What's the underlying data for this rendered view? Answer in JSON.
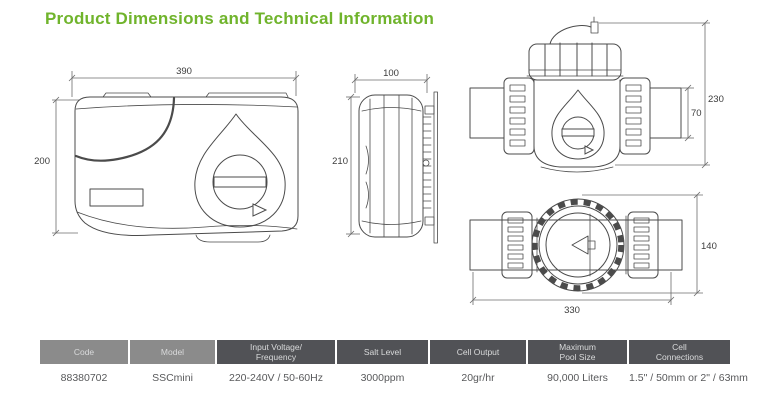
{
  "page": {
    "title": "Product Dimensions and Technical Information",
    "title_color": "#70b42c"
  },
  "dimensions": {
    "front_width": "390",
    "front_height": "200",
    "side_width": "100",
    "side_height": "210",
    "cell_total_height": "230",
    "cell_pipe_height": "70",
    "cell_top_height": "140",
    "cell_length": "330"
  },
  "spec_table": {
    "header_colors": {
      "light": "#8b8b8b",
      "dark": "#515256"
    },
    "columns": [
      {
        "header_line1": "Code",
        "header_line2": "",
        "value": "88380702"
      },
      {
        "header_line1": "Model",
        "header_line2": "",
        "value": "SSCmini"
      },
      {
        "header_line1": "Input Voltage/",
        "header_line2": "Frequency",
        "value": "220-240V / 50-60Hz"
      },
      {
        "header_line1": "Salt Level",
        "header_line2": "",
        "value": "3000ppm"
      },
      {
        "header_line1": "Cell Output",
        "header_line2": "",
        "value": "20gr/hr"
      },
      {
        "header_line1": "Maximum",
        "header_line2": "Pool Size",
        "value": "90,000 Liters"
      },
      {
        "header_line1": "Cell",
        "header_line2": "Connections",
        "value": "1.5\" / 50mm  or 2\" / 63mm"
      }
    ]
  }
}
